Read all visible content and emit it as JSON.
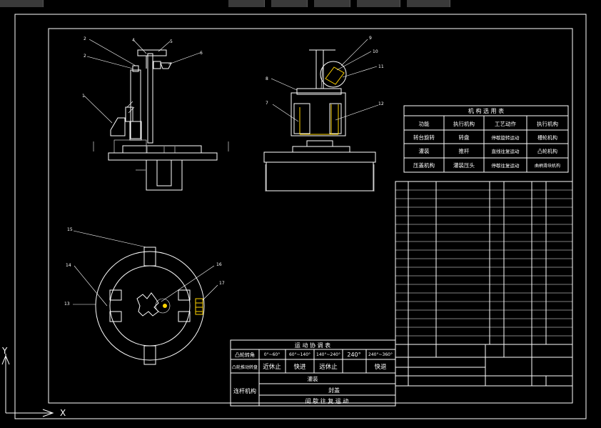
{
  "tabs": [
    "",
    "",
    "",
    "",
    "",
    ""
  ],
  "axis": {
    "y": "Y",
    "x": "X"
  },
  "part_labels": {
    "p1": "1",
    "p2a": "2",
    "p2b": "2",
    "p4": "4",
    "p5": "5",
    "p6": "6",
    "p7": "7",
    "p8": "8",
    "p9": "9",
    "p10": "10",
    "p11": "11",
    "p12": "12",
    "p13": "13",
    "p14": "14",
    "p15": "15",
    "p16": "16",
    "p17": "17"
  },
  "selection_table": {
    "title": "机 构 选 用 表",
    "headers": [
      "功能",
      "执行机构",
      "工艺动作",
      "执行机构"
    ],
    "rows": [
      [
        "转台旋转",
        "转盘",
        "停歇旋转运动",
        "槽轮机构"
      ],
      [
        "灌装",
        "推杆",
        "直线往复运动",
        "凸轮机构"
      ],
      [
        "压盖机构",
        "灌装压头",
        "停歇往复运动",
        "曲柄滑块机构"
      ]
    ]
  },
  "motion_table": {
    "title": "运 动 协 调 表",
    "row1_label": "凸轮转角",
    "angles": [
      "0°~60°",
      "60°~140°",
      "140°~240°",
      "240°",
      "240°~360°"
    ],
    "row2_label": "凸轮推动转盘",
    "phases": [
      "近休止",
      "快进",
      "远休止",
      "快退"
    ],
    "mid_label": "灌装",
    "row3_label": "连杆机构",
    "cap_label": "封盖",
    "cap_motion": "间 歇 往 复 运 动"
  },
  "title_block": {
    "cells": [
      "",
      "",
      "",
      "",
      "",
      "",
      ""
    ]
  }
}
